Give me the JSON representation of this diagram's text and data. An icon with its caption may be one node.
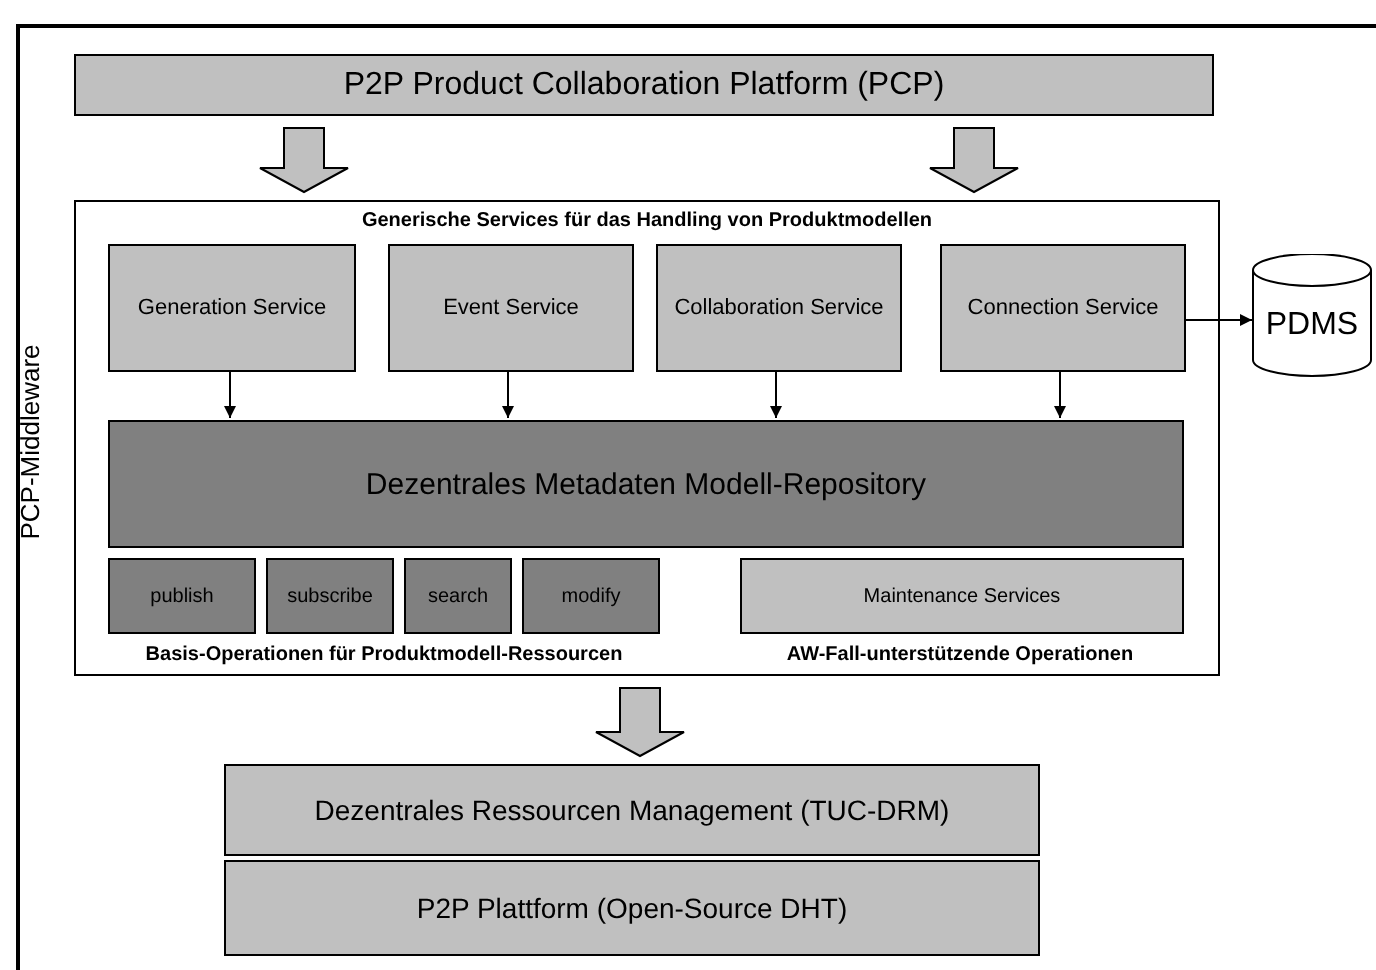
{
  "diagram": {
    "nodes": [
      {
        "text": [
          "P2P Product Collaboration Platform (PCP)"
        ]
      },
      {
        "text": [
          "PCP-Middleware",
          "Generische Services für das Handling von Produktmodellen"
        ]
      },
      {
        "text": [
          "Generation Service"
        ],
        "in": 1
      },
      {
        "text": [
          "Event Service"
        ],
        "in": 1
      },
      {
        "text": [
          "Collaboration Service"
        ],
        "in": 1
      },
      {
        "text": [
          "Connection Service"
        ],
        "in": 1
      },
      {
        "text": [
          "Dezentrales Metadaten Modell-Repository"
        ],
        "in": 1
      },
      {
        "text": [
          "publish"
        ],
        "in": 1
      },
      {
        "text": [
          "subscribe"
        ],
        "in": 1
      },
      {
        "text": [
          "search"
        ],
        "in": 1
      },
      {
        "text": [
          "modify"
        ],
        "in": 1
      },
      {
        "text": [
          "Maintenance Services"
        ],
        "in": 1
      },
      {
        "text": [
          "PDMS"
        ]
      },
      {
        "text": [
          "Dezentrales Ressourcen Management (TUC-DRM)"
        ]
      },
      {
        "text": [
          "P2P Plattform (Open-Source DHT)"
        ]
      }
    ],
    "edges": [
      {
        "from": 0,
        "to": 1,
        "arrow": "to",
        "style": "thick"
      },
      {
        "from": 0,
        "to": 1,
        "arrow": "to",
        "style": "thick"
      },
      {
        "from": 2,
        "to": 6,
        "arrow": "to"
      },
      {
        "from": 3,
        "to": 6,
        "arrow": "to"
      },
      {
        "from": 4,
        "to": 6,
        "arrow": "to"
      },
      {
        "from": 5,
        "to": 6,
        "arrow": "to"
      },
      {
        "from": 5,
        "to": 12,
        "arrow": "to"
      },
      {
        "from": 1,
        "to": 13,
        "arrow": "to",
        "style": "thick"
      }
    ],
    "labels": [
      "Basis-Operationen für Produktmodell-Ressourcen",
      "AW-Fall-unterstützende Operationen"
    ]
  }
}
